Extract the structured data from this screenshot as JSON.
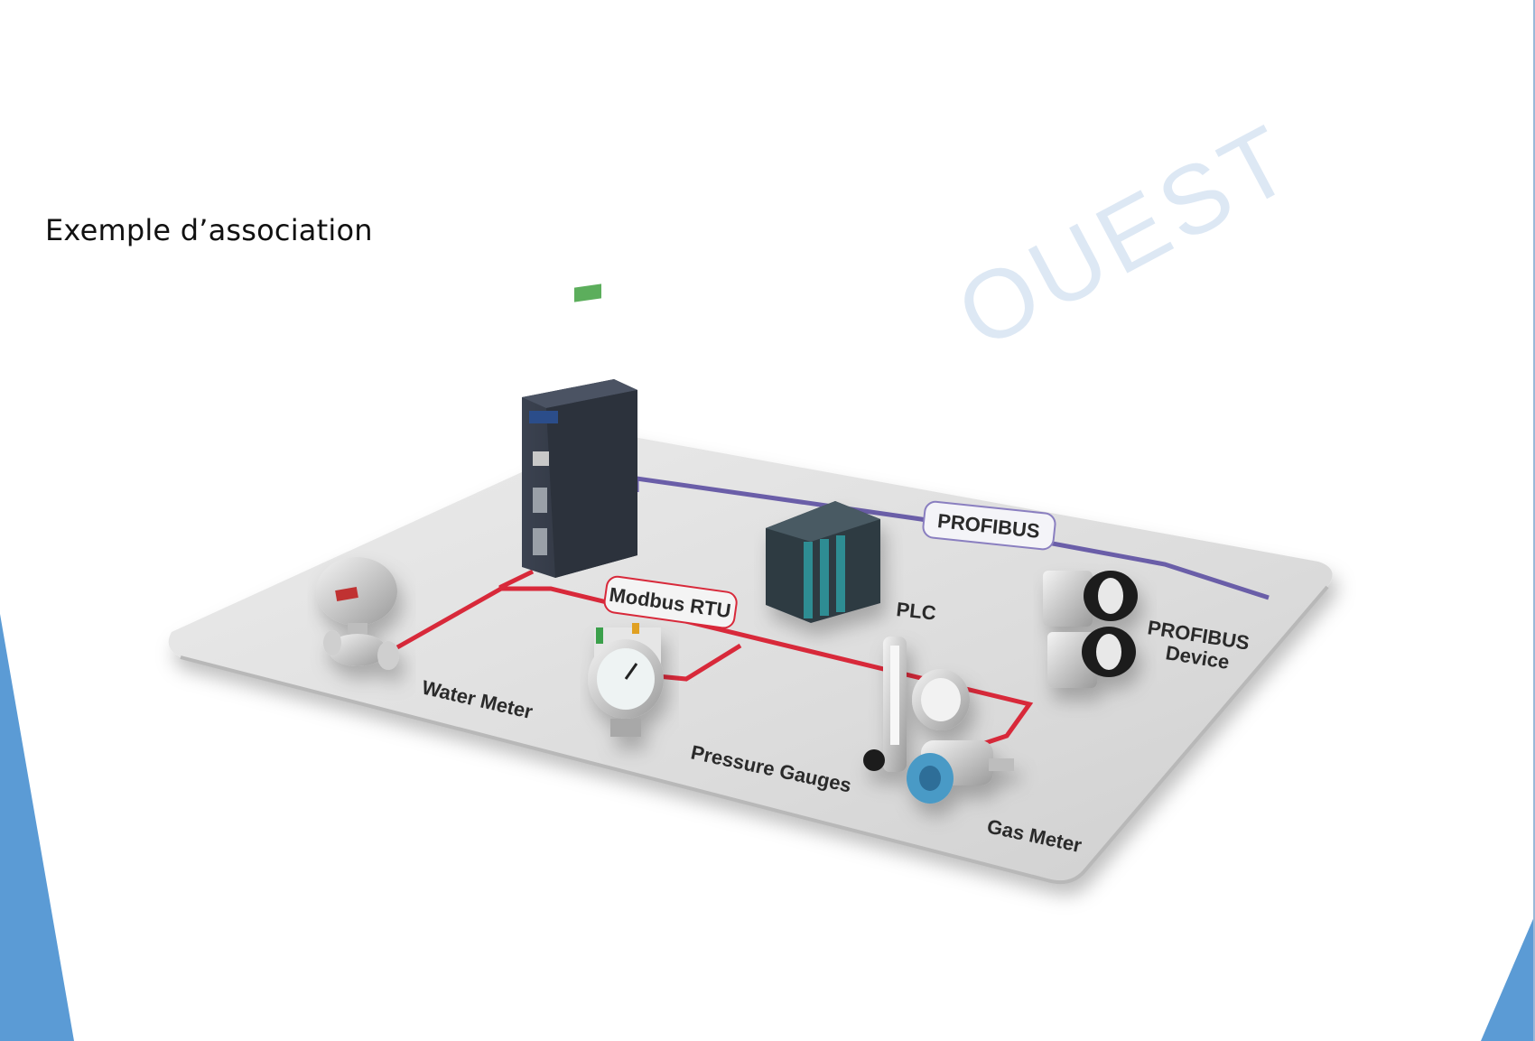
{
  "title": "Exemple d’association",
  "watermark": "OUEST",
  "diagram": {
    "networks": {
      "profibus": "PROFIBUS",
      "modbus": "Modbus RTU"
    },
    "devices": {
      "plc": "PLC",
      "profibus_device_line1": "PROFIBUS",
      "profibus_device_line2": "Device",
      "water_meter": "Water Meter",
      "pressure_gauges": "Pressure Gauges",
      "gas_meter": "Gas Meter"
    }
  },
  "colors": {
    "profibus_line": "#6a5ea8",
    "modbus_line": "#d8293a",
    "accent_blue": "#5b9bd5"
  }
}
